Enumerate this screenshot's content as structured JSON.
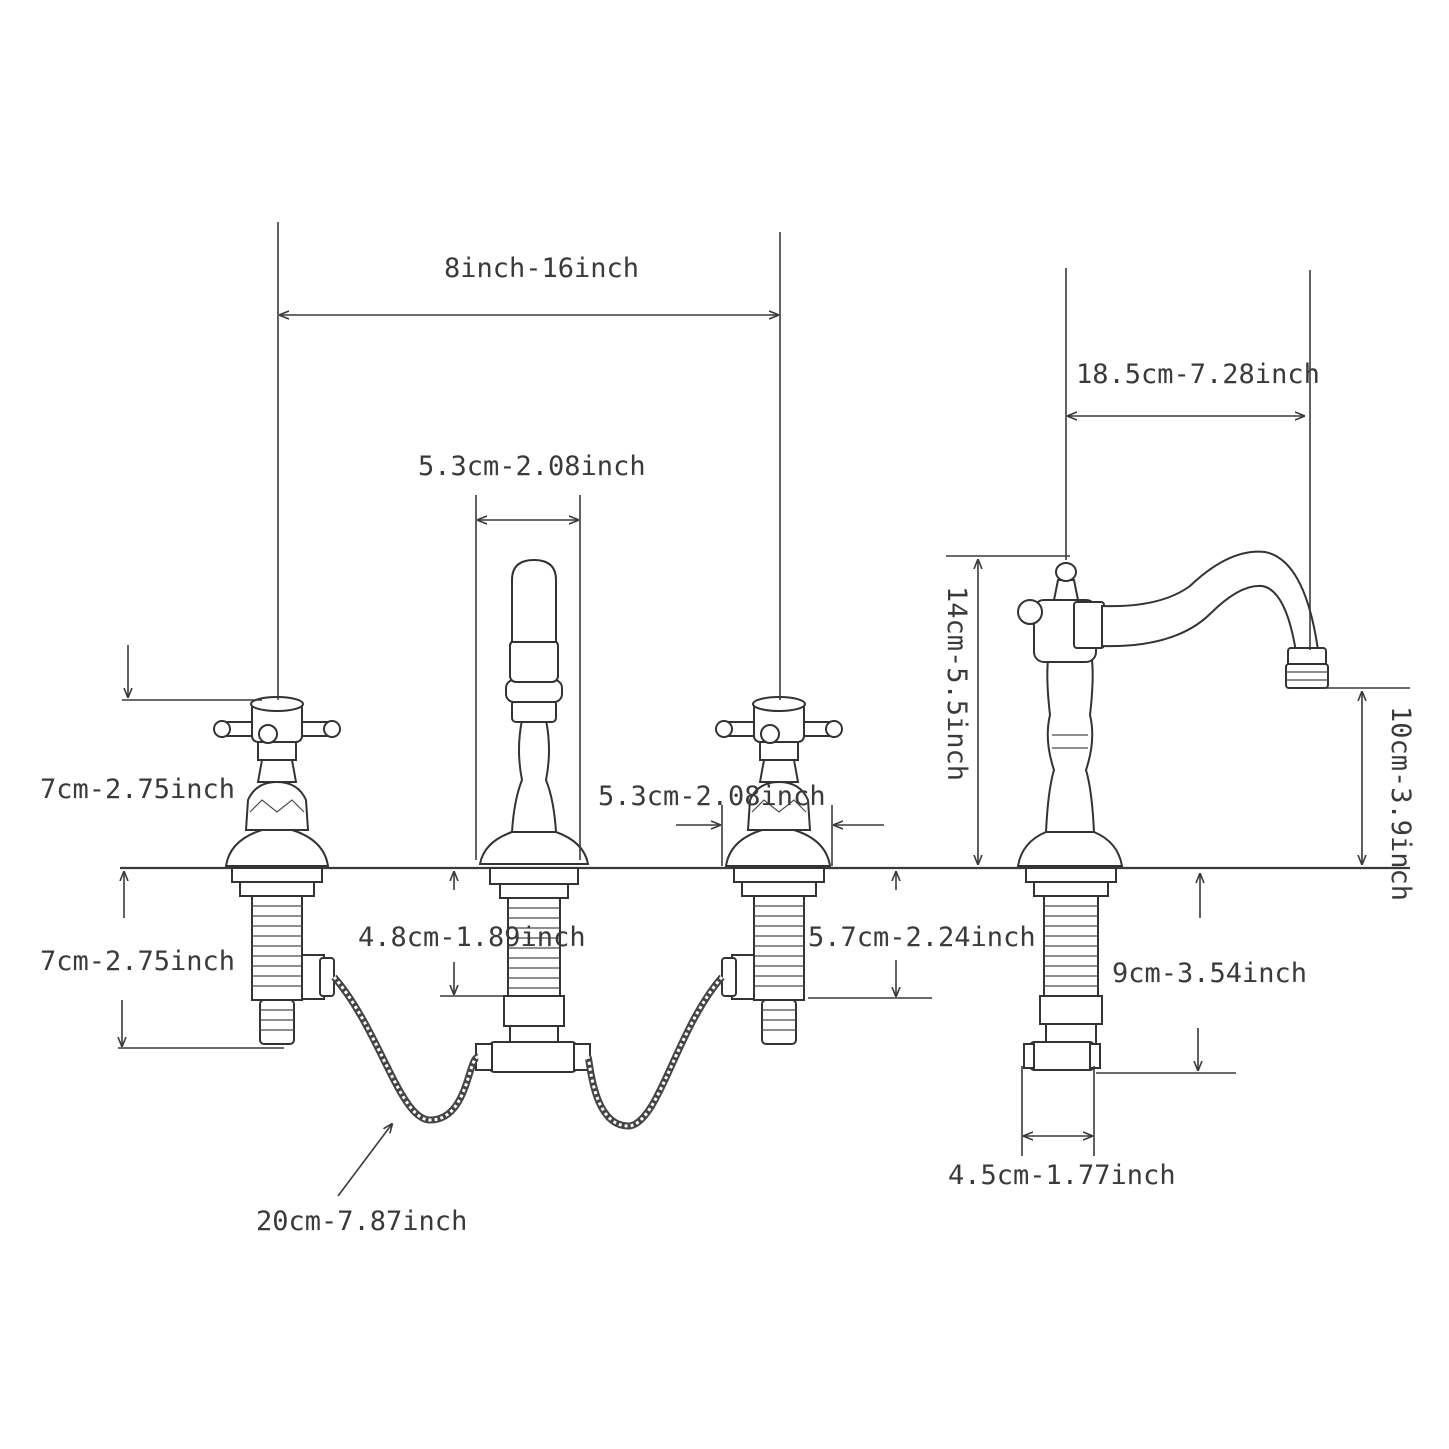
{
  "diagram": {
    "dimensions": {
      "spread": "8inch-16inch",
      "spout_reach": "18.5cm-7.28inch",
      "sprayer_width": "5.3cm-2.08inch",
      "handle_base_width": "5.3cm-2.08inch",
      "handle_height": "7cm-2.75inch",
      "handle_shank_length": "7cm-2.75inch",
      "sprayer_shank_length": "4.8cm-1.89inch",
      "valve_shank_length": "5.7cm-2.24inch",
      "spout_height": "14cm-5.5inch",
      "spout_clearance": "10cm-3.9inch",
      "spout_shank_length": "9cm-3.54inch",
      "spout_connector_width": "4.5cm-1.77inch",
      "hose_length": "20cm-7.87inch"
    }
  }
}
